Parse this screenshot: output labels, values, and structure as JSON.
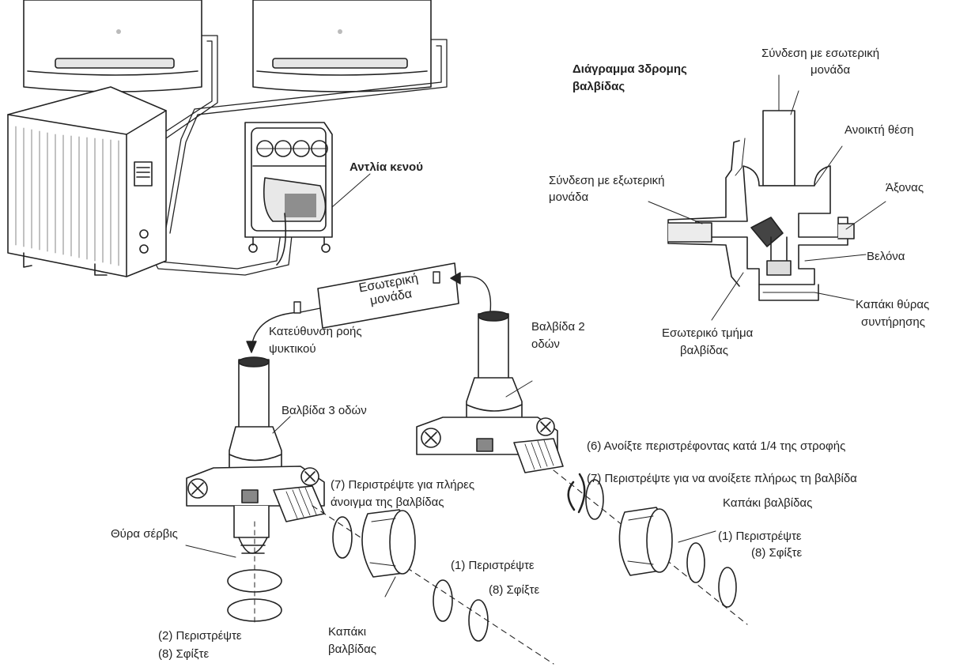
{
  "labels": {
    "vacuum_pump": "Αντλία κενού",
    "three_way_title_line1": "Διάγραμμα 3δρομης",
    "three_way_title_line2": "βαλβίδας",
    "conn_indoor_line1": "Σύνδεση με εσωτερική",
    "conn_indoor_line2": "μονάδα",
    "open_position": "Ανοικτή θέση",
    "conn_outdoor_line1": "Σύνδεση με εξωτερική",
    "conn_outdoor_line2": "μονάδα",
    "axis": "Άξονας",
    "needle": "Βελόνα",
    "service_cap_line1": "Καπάκι θύρας",
    "service_cap_line2": "συντήρησης",
    "valve_inner_line1": "Εσωτερικό τμήμα",
    "valve_inner_line2": "βαλβίδας",
    "indoor_unit_box_line1": "Εσωτερική",
    "indoor_unit_box_line2": "μονάδα",
    "flow_direction_line1": "Κατεύθυνση ροής",
    "flow_direction_line2": "ψυκτικού",
    "two_way_valve_line1": "Βαλβίδα 2",
    "two_way_valve_line2": "οδών",
    "three_way_valve": "Βαλβίδα 3 οδών",
    "step6": "(6) Ανοίξτε περιστρέφοντας κατά 1/4 της στροφής",
    "step7_right": "(7) Περιστρέψτε για να ανοίξετε πλήρως τη βαλβίδα",
    "step7_left_line1": "(7) Περιστρέψτε για πλήρες",
    "step7_left_line2": "άνοιγμα της βαλβίδας",
    "valve_cap_right": "Καπάκι βαλβίδας",
    "step1_right": "(1) Περιστρέψτε",
    "step8_right": "(8) Σφίξτε",
    "service_port": "Θύρα σέρβις",
    "step1_left": "(1) Περιστρέψτε",
    "step8_left": "(8) Σφίξτε",
    "step2": "(2) Περιστρέψτε",
    "step8_bottom": "(8) Σφίξτε",
    "valve_cap_left_line1": "Καπάκι",
    "valve_cap_left_line2": "βαλβίδας"
  },
  "colors": {
    "line": "#222222",
    "fill": "#ffffff",
    "shade": "#d9d9d9"
  },
  "icons": [
    "indoor-unit",
    "outdoor-unit",
    "vacuum-pump",
    "three-way-valve",
    "two-way-valve",
    "valve-cap",
    "rotation-arrow",
    "valve-cross-section"
  ]
}
